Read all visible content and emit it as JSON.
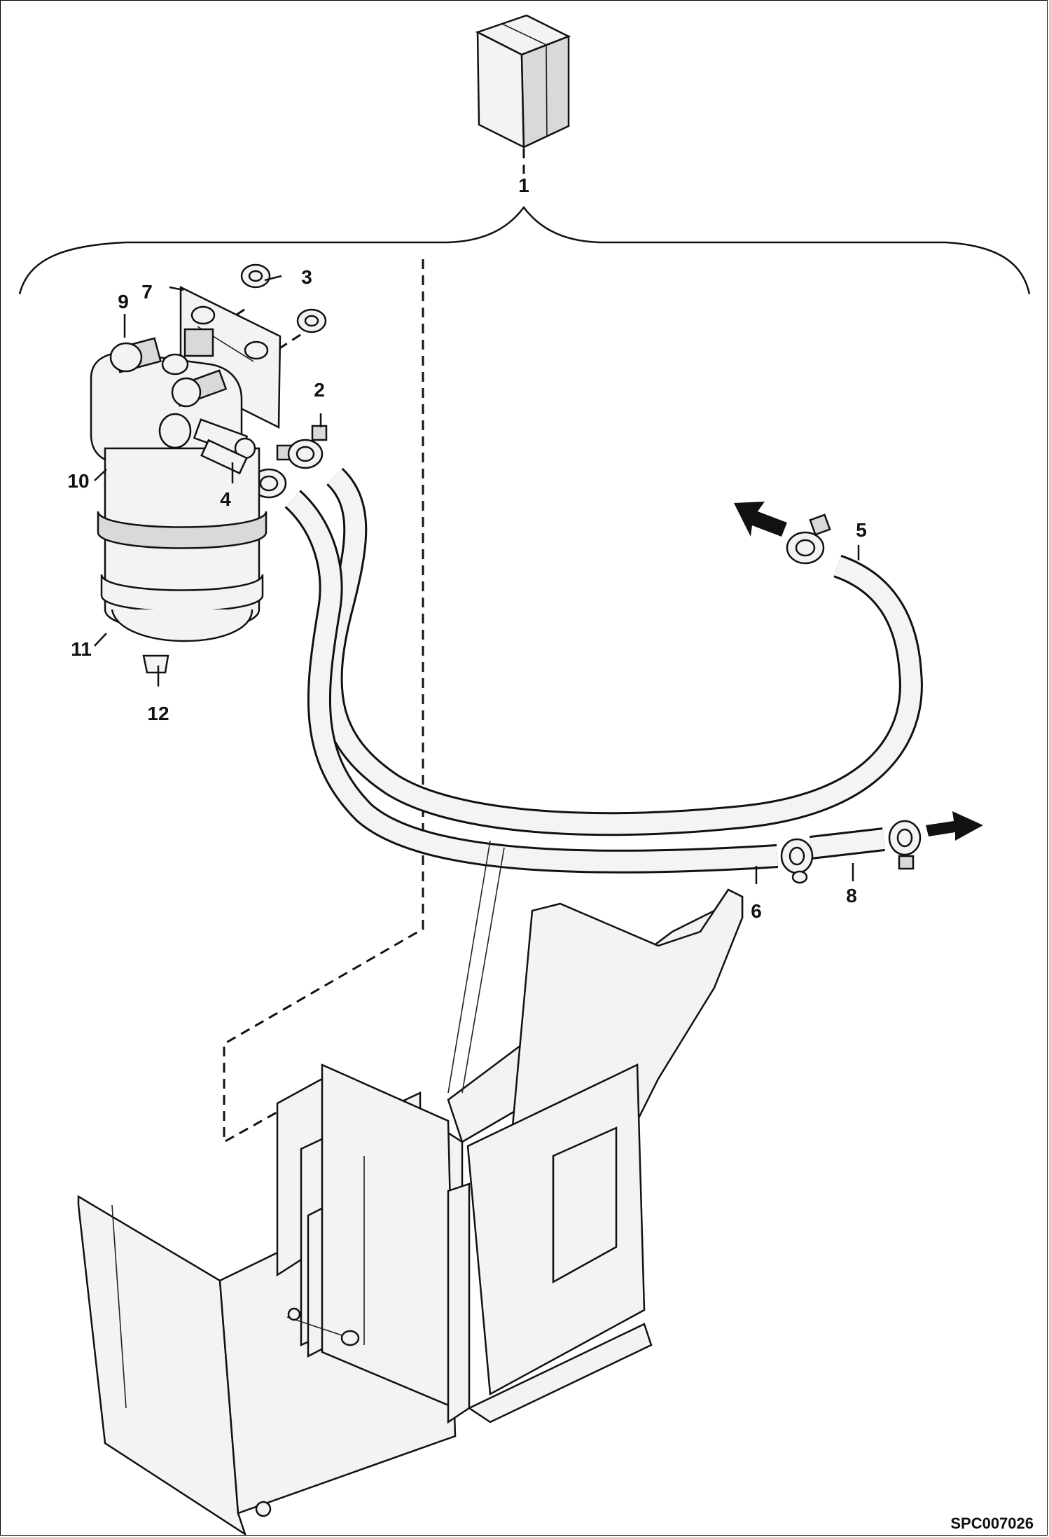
{
  "diagram": {
    "callouts": [
      "1",
      "2",
      "3",
      "4",
      "5",
      "6",
      "7",
      "8",
      "9",
      "10",
      "11",
      "12"
    ],
    "drawing_code": "SPC007026"
  }
}
